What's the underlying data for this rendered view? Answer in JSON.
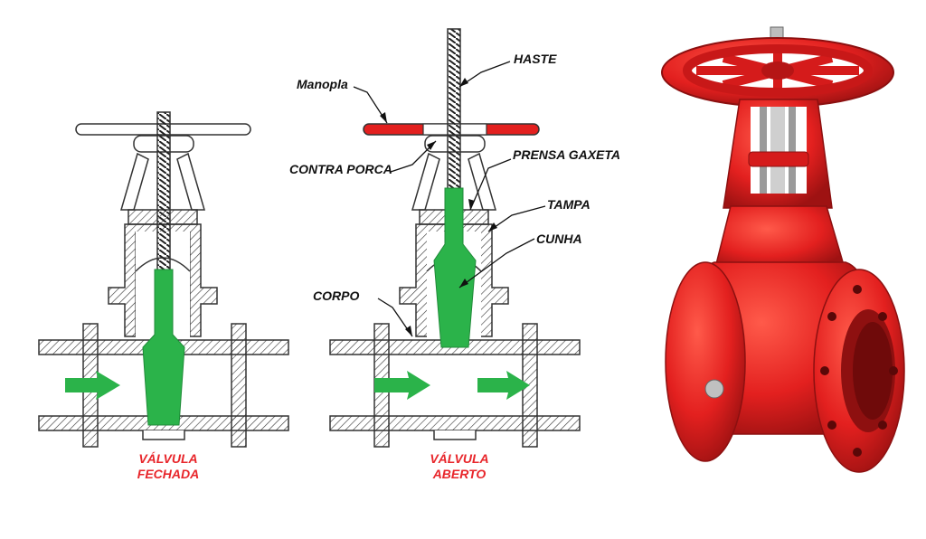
{
  "labels": {
    "haste": "HASTE",
    "manopla": "Manopla",
    "contra_porca": "CONTRA PORCA",
    "prensa_gaxeta": "PRENSA GAXETA",
    "tampa": "TAMPA",
    "cunha": "CUNHA",
    "corpo": "CORPO"
  },
  "captions": {
    "closed_line1": "VÁLVULA",
    "closed_line2": "FECHADA",
    "open_line1": "VÁLVULA",
    "open_line2": "ABERTO"
  },
  "colors": {
    "wedge": "#2bb34a",
    "caption": "#e8262b",
    "valve_body": "#e3201f",
    "handle_red": "#e3201f"
  },
  "icons": [
    "flow-arrow-icon"
  ]
}
